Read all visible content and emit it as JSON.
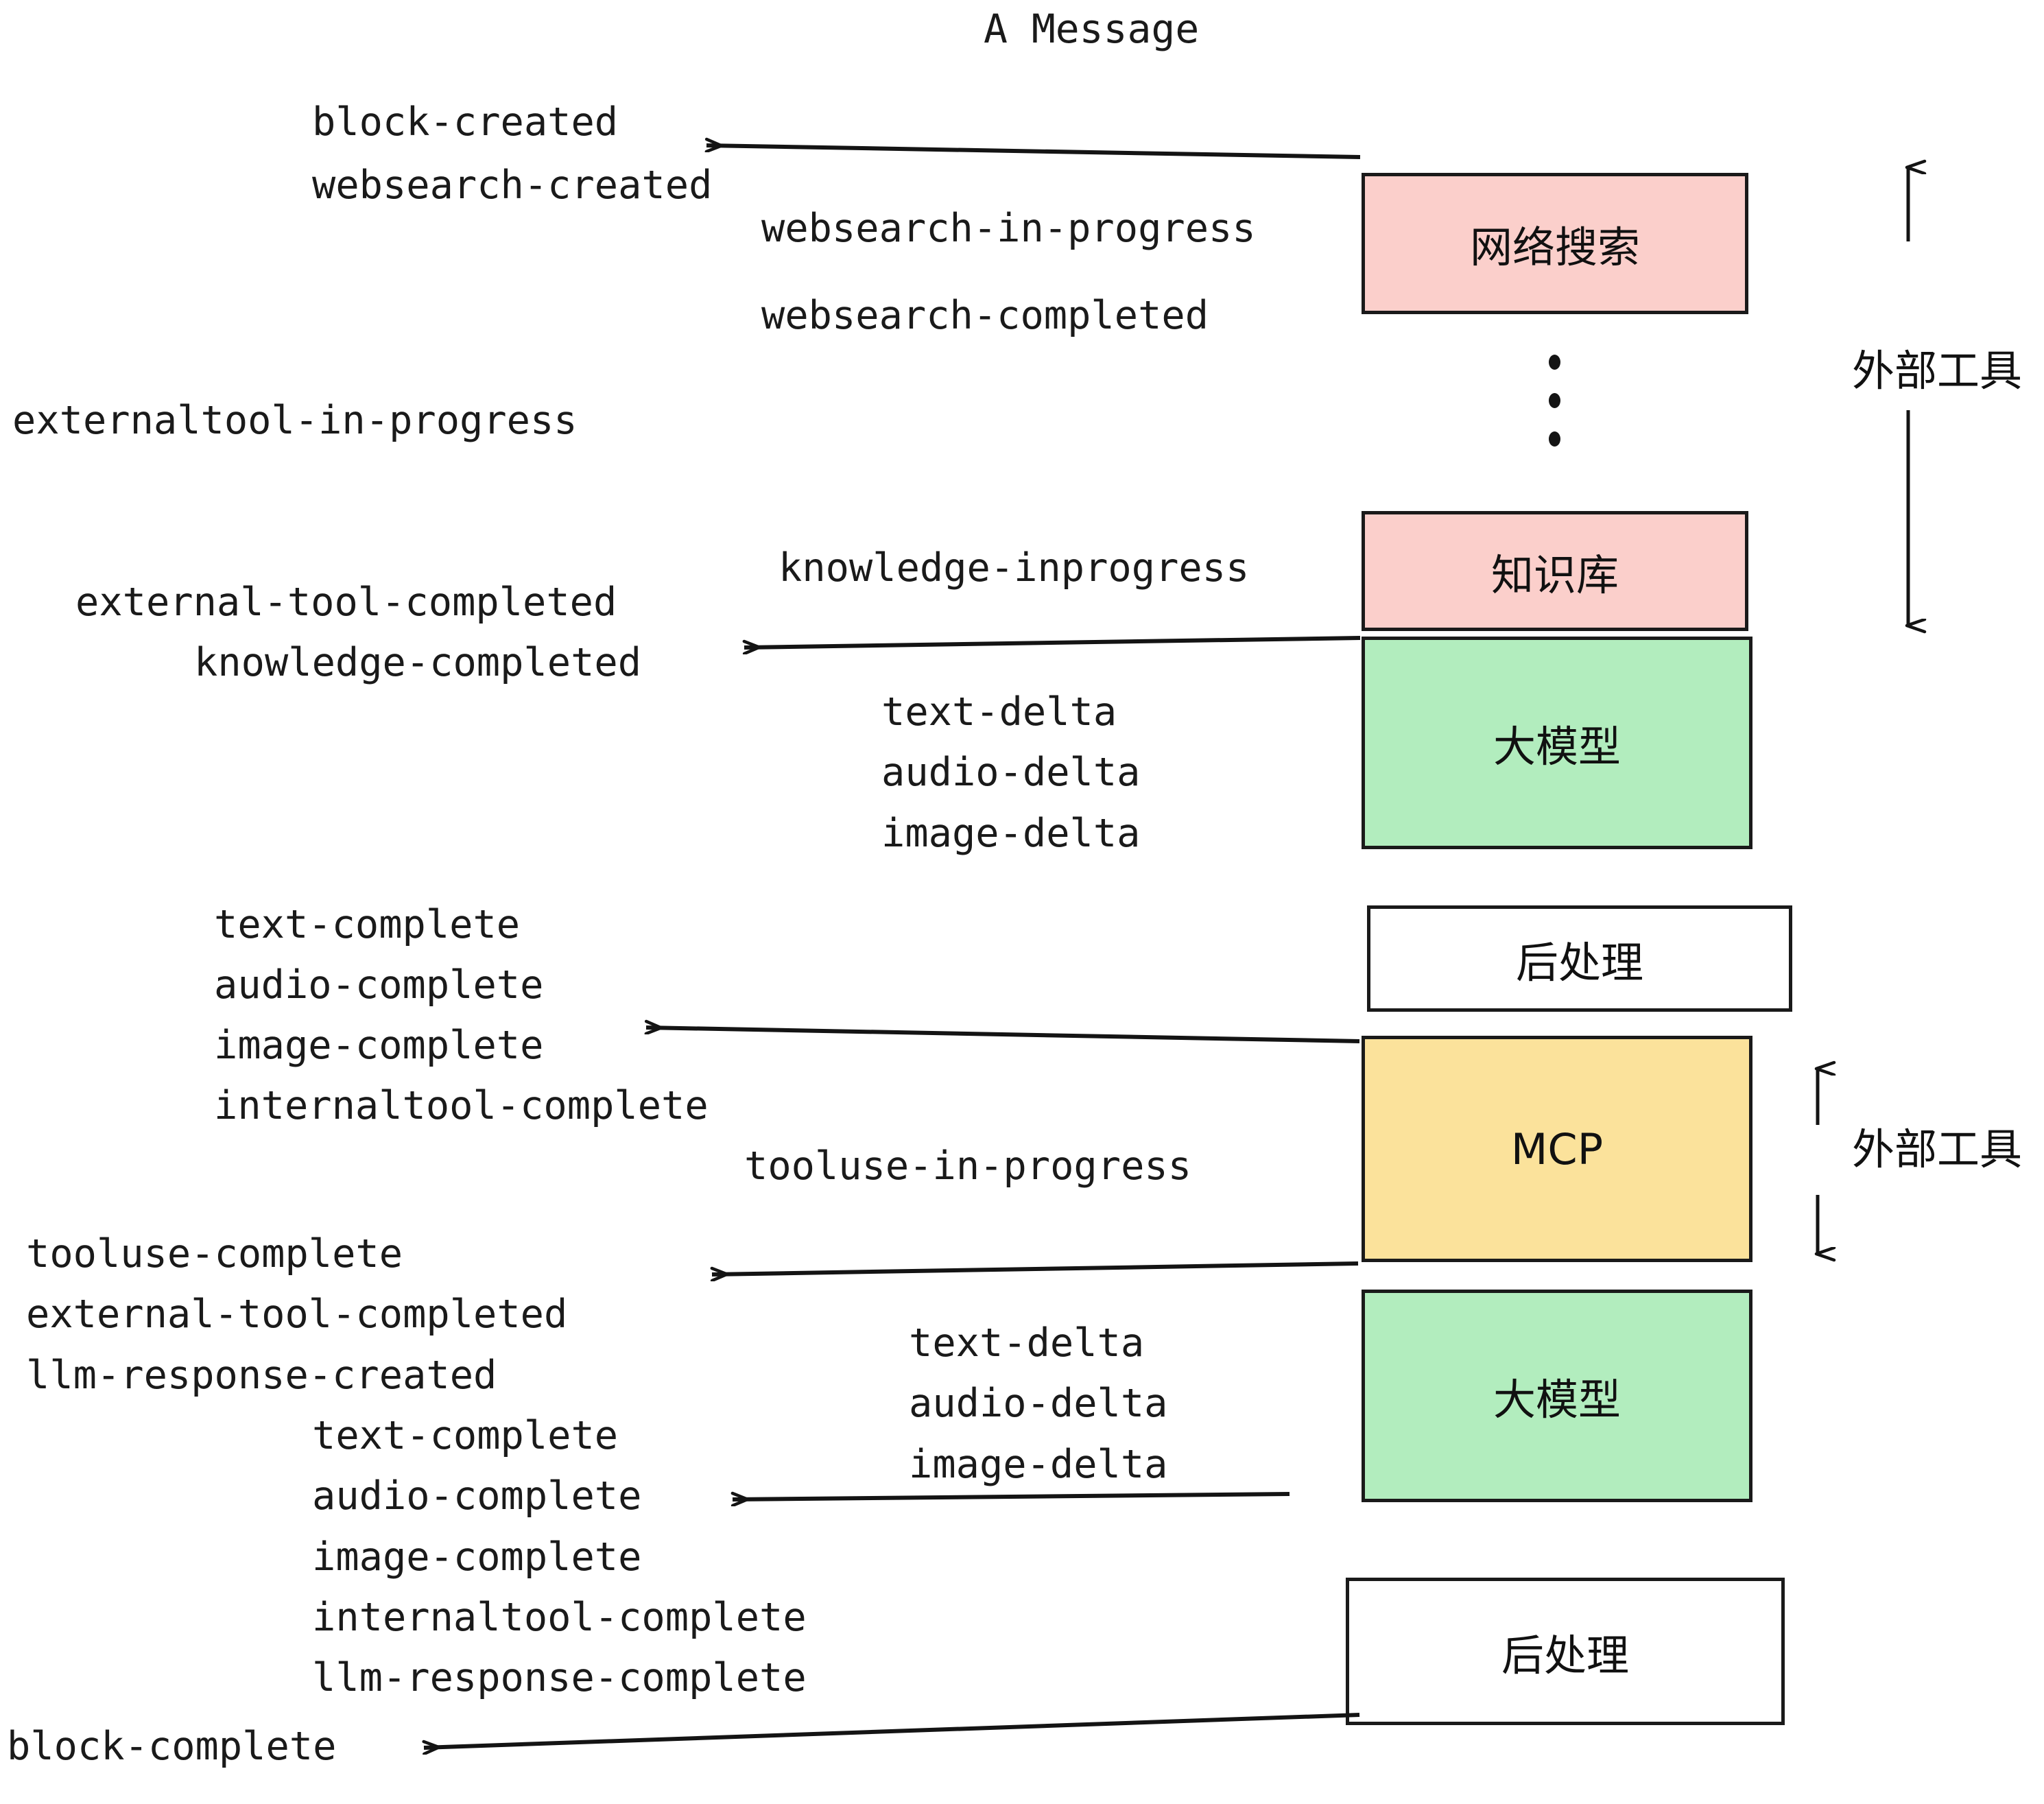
{
  "diagram": {
    "title": "A Message",
    "type": "sequence-flow",
    "background": "#ffffff",
    "colors": {
      "pink": "#fbcfcb",
      "green": "#b2edbe",
      "yellow": "#fbe29b",
      "white": "#ffffff",
      "stroke": "#1a1a1a",
      "text": "#111111"
    }
  },
  "nodes": [
    {
      "id": "websearch",
      "label": "网络搜索",
      "color": "pink"
    },
    {
      "id": "knowledge",
      "label": "知识库",
      "color": "pink"
    },
    {
      "id": "llm1",
      "label": "大模型",
      "color": "green"
    },
    {
      "id": "postprocess1",
      "label": "后处理",
      "color": "white"
    },
    {
      "id": "mcp",
      "label": "MCP",
      "color": "yellow"
    },
    {
      "id": "llm2",
      "label": "大模型",
      "color": "green"
    },
    {
      "id": "postprocess2",
      "label": "后处理",
      "color": "white"
    }
  ],
  "brackets": [
    {
      "id": "external-tools-top",
      "label": "外部工具"
    },
    {
      "id": "external-tools-bottom",
      "label": "外部工具"
    }
  ],
  "events": {
    "block_created": "block-created",
    "websearch_created": "websearch-created",
    "websearch_in_progress": "websearch-in-progress",
    "websearch_completed": "websearch-completed",
    "externaltool_in_progress": "externaltool-in-progress",
    "knowledge_inprogress": "knowledge-inprogress",
    "external_tool_completed_1": "external-tool-completed",
    "knowledge_completed": "knowledge-completed",
    "text_delta_1": "text-delta",
    "audio_delta_1": "audio-delta",
    "image_delta_1": "image-delta",
    "text_complete_1": "text-complete",
    "audio_complete_1": "audio-complete",
    "image_complete_1": "image-complete",
    "internaltool_complete_1": "internaltool-complete",
    "tooluse_in_progress": "tooluse-in-progress",
    "tooluse_complete": "tooluse-complete",
    "external_tool_completed_2": "external-tool-completed",
    "llm_response_created": "llm-response-created",
    "text_delta_2": "text-delta",
    "audio_delta_2": "audio-delta",
    "image_delta_2": "image-delta",
    "text_complete_2": "text-complete",
    "audio_complete_2": "audio-complete",
    "image_complete_2": "image-complete",
    "internaltool_complete_2": "internaltool-complete",
    "llm_response_complete": "llm-response-complete",
    "block_complete": "block-complete"
  }
}
